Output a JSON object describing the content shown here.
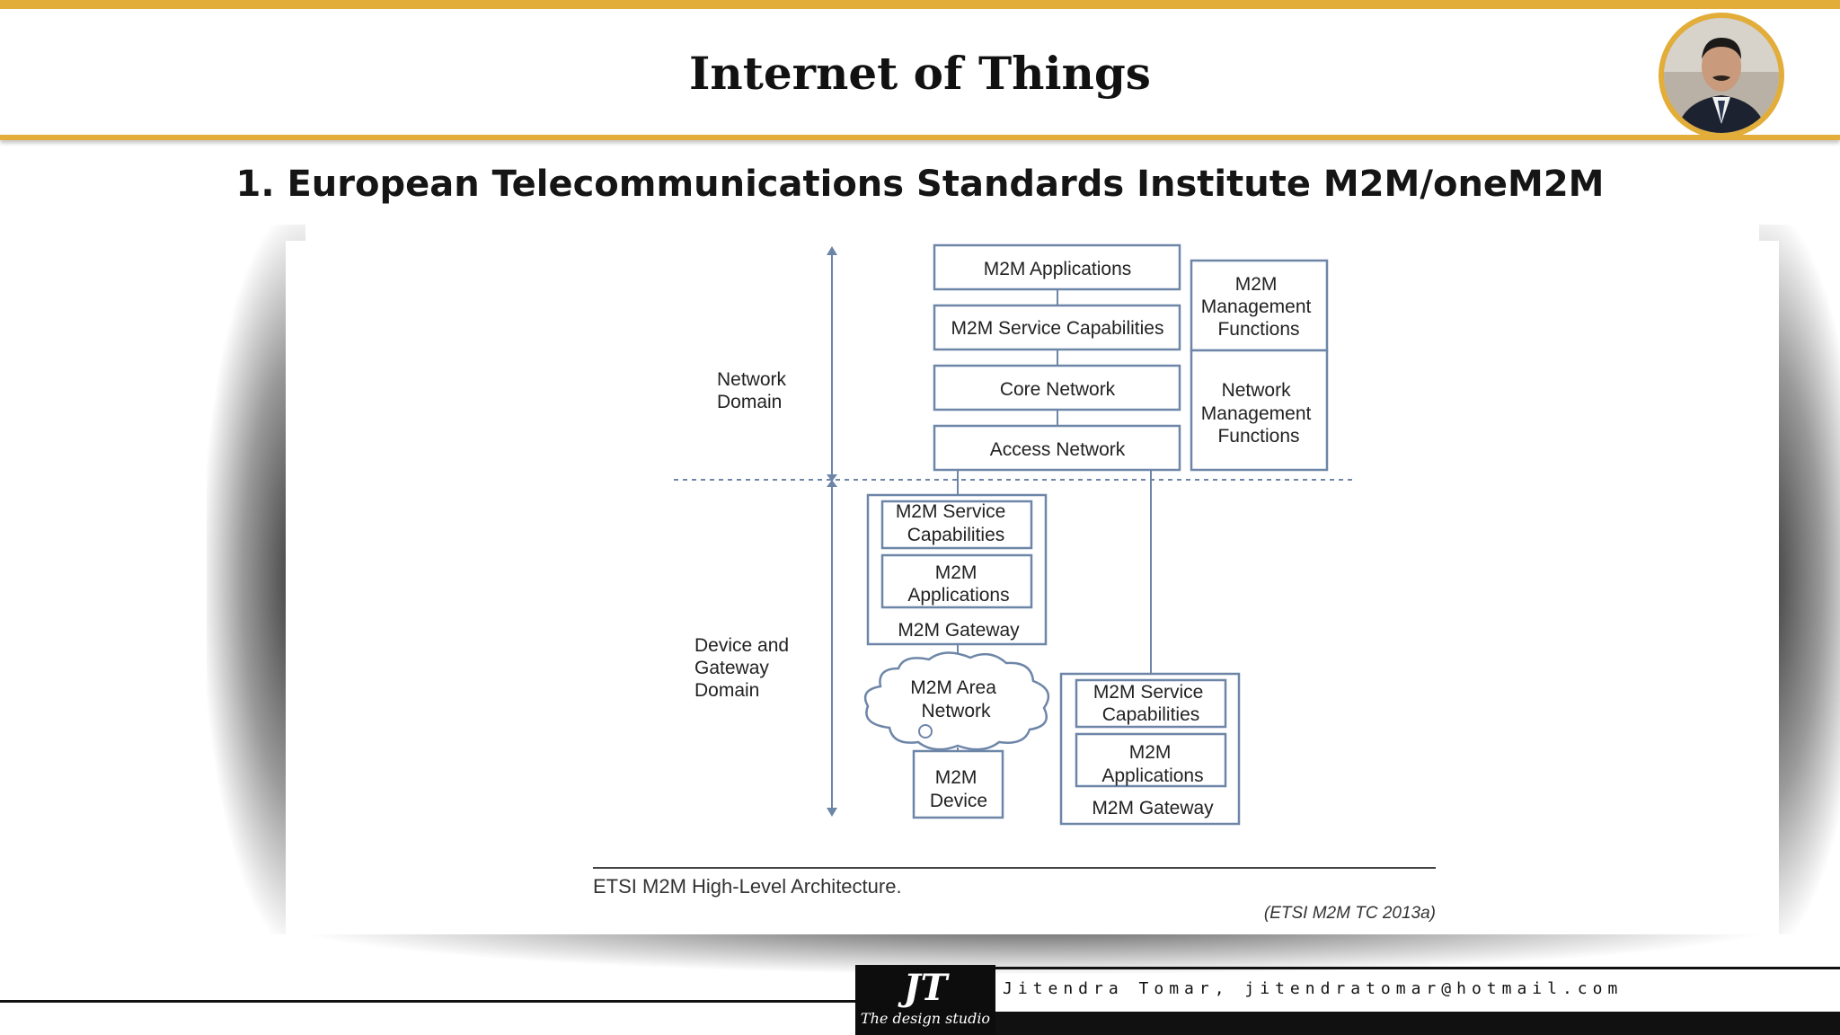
{
  "slide": {
    "title": "Internet of Things",
    "heading": "1.  European Telecommunications Standards Institute M2M/oneM2M"
  },
  "diagram": {
    "network_domain_label": [
      "Network",
      "Domain"
    ],
    "device_domain_label": [
      "Device and",
      "Gateway",
      "Domain"
    ],
    "network_stack": [
      "M2M Applications",
      "M2M Service Capabilities",
      "Core Network",
      "Access Network"
    ],
    "mgmt_functions": {
      "m2m": [
        "M2M",
        "Management",
        "Functions"
      ],
      "network": [
        "Network",
        "Management",
        "Functions"
      ]
    },
    "gateway_left": {
      "service_capabilities": [
        "M2M Service",
        "Capabilities"
      ],
      "applications": [
        "M2M",
        "Applications"
      ],
      "label": "M2M Gateway"
    },
    "area_network": [
      "M2M Area",
      "Network"
    ],
    "device": [
      "M2M",
      "Device"
    ],
    "gateway_right": {
      "service_capabilities": [
        "M2M Service",
        "Capabilities"
      ],
      "applications": [
        "M2M",
        "Applications"
      ],
      "label": "M2M Gateway"
    },
    "caption": "ETSI M2M High-Level Architecture.",
    "source": "(ETSI M2M TC 2013a)"
  },
  "footer": {
    "logo_mark": "JT",
    "logo_sub": "The design studio",
    "credit": "Jitendra Tomar, jitendratomar@hotmail.com"
  },
  "colors": {
    "accent": "#e2ad38",
    "diagram_stroke": "#6d86a8"
  }
}
